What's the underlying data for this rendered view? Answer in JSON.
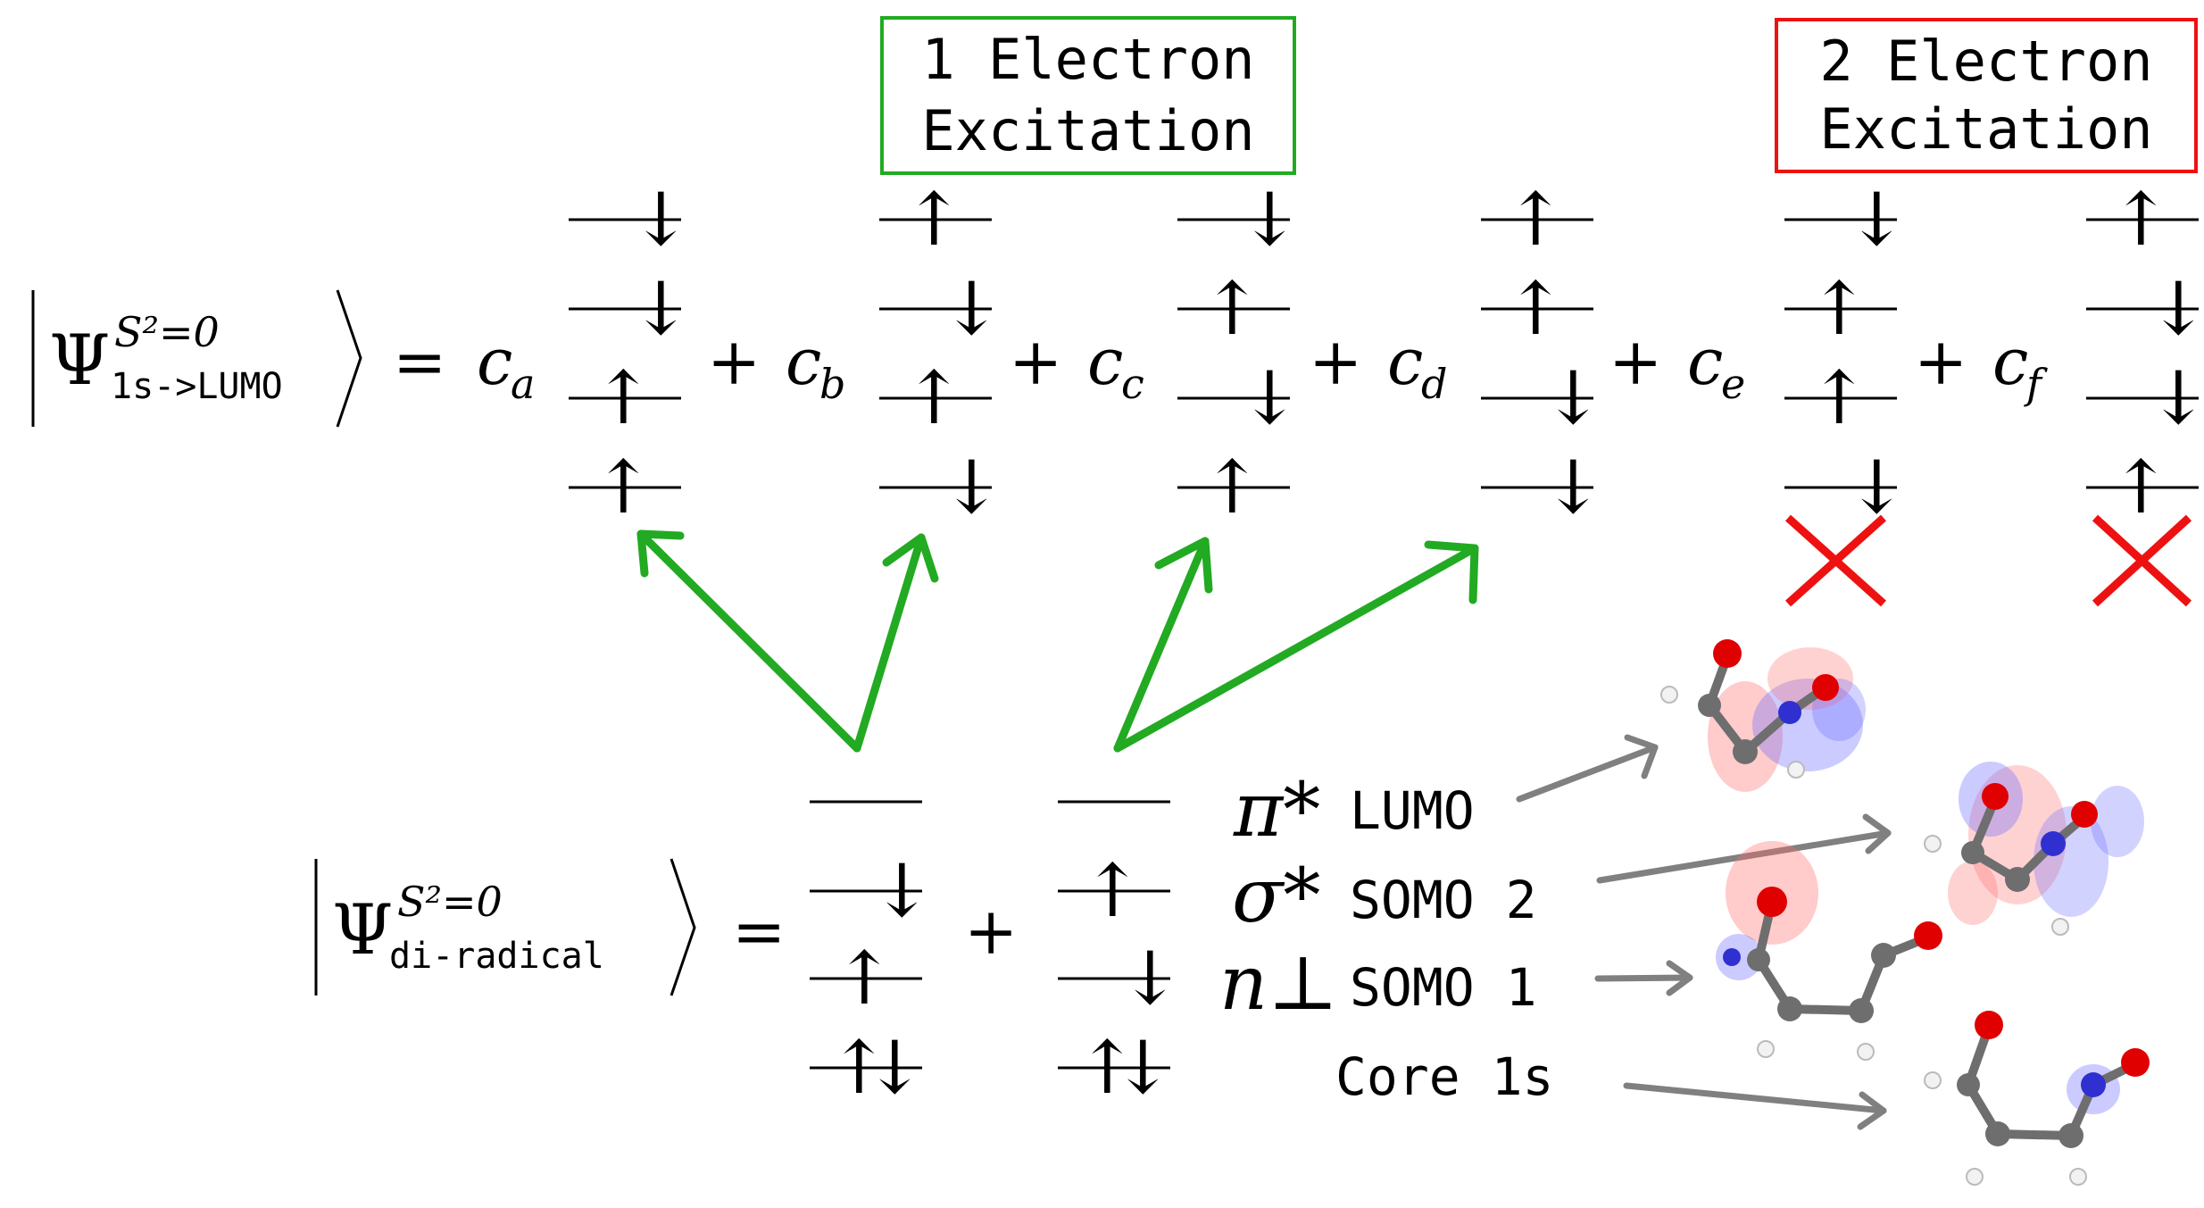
{
  "boxes": {
    "one": {
      "line1": "1 Electron",
      "line2": "Excitation",
      "color": "#22aa22"
    },
    "two": {
      "line1": "2 Electron",
      "line2": "Excitation",
      "color": "#ee1111"
    }
  },
  "top_equation": {
    "psi": "Ψ",
    "superscript": "S²=0",
    "subscript": "1s->LUMO",
    "equals": "=",
    "plus": "+",
    "coefficient_letter": "c",
    "coefficients": [
      "a",
      "b",
      "c",
      "d",
      "e",
      "f"
    ]
  },
  "bottom_equation": {
    "psi": "Ψ",
    "superscript": "S²=0",
    "subscript": "di-radical",
    "equals": "=",
    "plus": "+"
  },
  "orbitals": {
    "pi_star": {
      "symbol": "π*",
      "label": "LUMO"
    },
    "sigma_star": {
      "symbol": "σ*",
      "label": "SOMO 2"
    },
    "n_perp": {
      "symbol": "n⊥",
      "label": "SOMO 1"
    },
    "core": {
      "label": "Core 1s"
    }
  },
  "arrow_glyphs": {
    "up": "↑",
    "down": "↓"
  },
  "colors": {
    "green": "#22aa22",
    "red": "#ee1111",
    "gray": "#808080",
    "atom_carbon": "#6e6e6e",
    "atom_oxygen": "#e00000",
    "atom_nitrogen": "#3030d0",
    "atom_hydrogen": "#f2f2f2",
    "lobe_red": "#ff6a6a",
    "lobe_blue": "#6a6aff"
  }
}
